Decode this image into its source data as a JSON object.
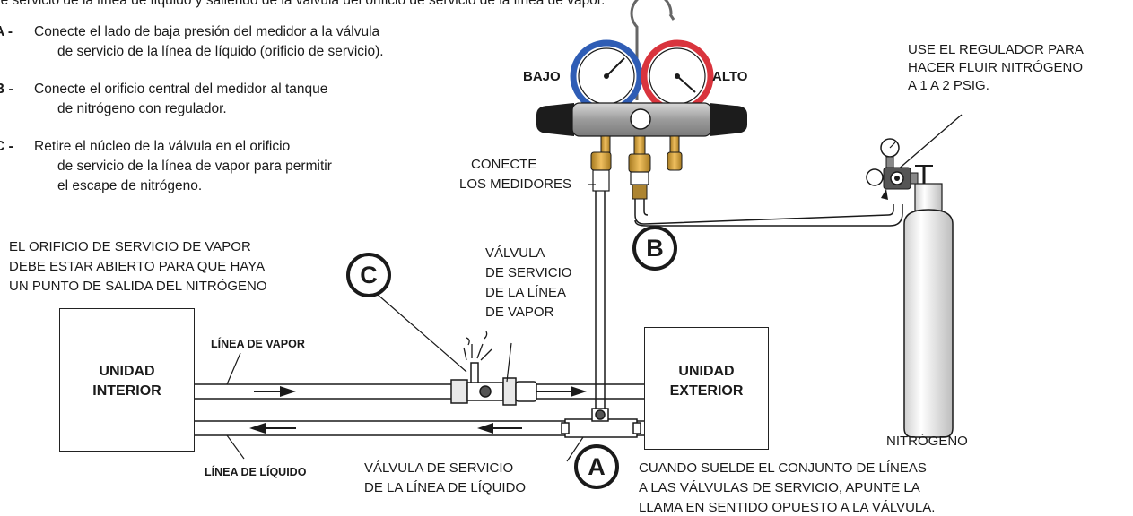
{
  "top_text": "de servicio de la línea de líquido y saliendo de la válvula del orificio de servicio de la línea de vapor.",
  "steps": [
    {
      "key": "A -",
      "lines": [
        "Conecte el lado de baja presión del medidor a la válvula",
        "de servicio de la línea de líquido (orificio de servicio)."
      ]
    },
    {
      "key": "B -",
      "lines": [
        "Conecte el orificio central del medidor al tanque",
        "de nitrógeno con regulador."
      ]
    },
    {
      "key": "C -",
      "lines": [
        "Retire el núcleo de la válvula en el orificio",
        "de servicio de la línea de vapor para permitir",
        "el escape de nitrógeno."
      ]
    }
  ],
  "gauges": {
    "low": "BAJO",
    "high": "ALTO"
  },
  "regulator_note": [
    "USE EL REGULADOR PARA",
    "HACER FLUIR NITRÓGENO",
    "A 1 A 2 PSIG."
  ],
  "connect_gauges": [
    "CONECTE",
    "LOS MEDIDORES"
  ],
  "vapor_port_note": [
    "EL ORIFICIO DE SERVICIO DE VAPOR",
    "DEBE ESTAR ABIERTO PARA QUE HAYA",
    "UN PUNTO DE SALIDA DEL NITRÓGENO"
  ],
  "vapor_valve": [
    "VÁLVULA",
    "DE SERVICIO",
    "DE LA LÍNEA",
    "DE VAPOR"
  ],
  "liquid_valve": [
    "VÁLVULA DE SERVICIO",
    "DE LA LÍNEA DE LÍQUIDO"
  ],
  "indoor_unit": [
    "UNIDAD",
    "INTERIOR"
  ],
  "outdoor_unit": [
    "UNIDAD",
    "EXTERIOR"
  ],
  "vapor_line": "LÍNEA DE VAPOR",
  "liquid_line": "LÍNEA DE LÍQUIDO",
  "nitrogen": "NITRÓGENO",
  "brazing_note": [
    "CUANDO SUELDE EL CONJUNTO DE LÍNEAS",
    "A LAS VÁLVULAS DE SERVICIO, APUNTE LA",
    "LLAMA EN SENTIDO OPUESTO A LA VÁLVULA."
  ],
  "markers": {
    "a": "A",
    "b": "B",
    "c": "C"
  }
}
